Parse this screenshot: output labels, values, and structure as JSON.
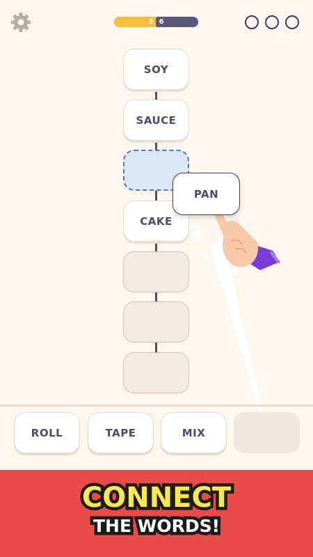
{
  "progress": {
    "current": "3",
    "total": "6",
    "fraction": 0.5
  },
  "hints": [
    "hint-1",
    "hint-2",
    "hint-3"
  ],
  "chain": {
    "words": [
      "SOY",
      "SAUCE",
      "CAKE"
    ]
  },
  "dragging": {
    "word": "PAN"
  },
  "tray": {
    "words": [
      "ROLL",
      "TAPE",
      "MIX"
    ]
  },
  "banner": {
    "title": "CONNECT",
    "subtitle": "THE WORDS!"
  },
  "colors": {
    "background": "#fdf7ee",
    "progress_fill": "#f5c13a",
    "progress_track": "#585878",
    "target_fill": "#dbe8f8",
    "target_border": "#4f6fd2",
    "banner": "#ea4b48",
    "banner_title": "#ffe94a",
    "text": "#4e4970"
  }
}
